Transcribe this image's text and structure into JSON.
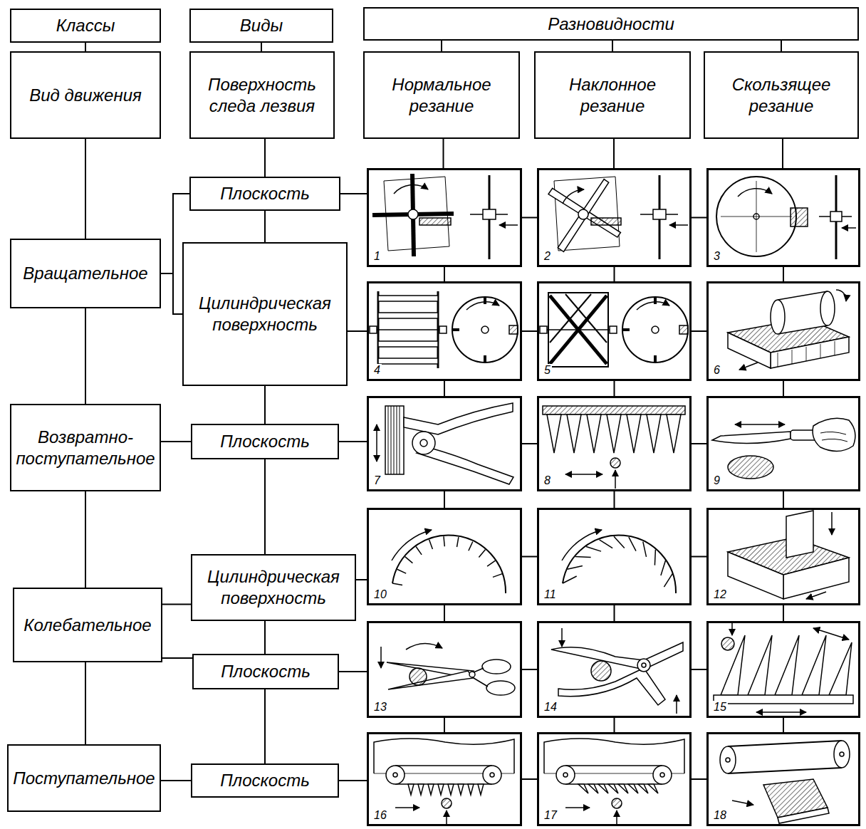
{
  "diagram": {
    "nodes": [
      {
        "text": [
          "Классы"
        ]
      },
      {
        "text": [
          "Виды"
        ]
      },
      {
        "text": [
          "Разновидности"
        ]
      },
      {
        "text": [
          "Вид движения"
        ]
      },
      {
        "text": [
          "Поверхность следа лезвия"
        ]
      },
      {
        "text": [
          "Нормальное резание"
        ]
      },
      {
        "text": [
          "Наклонное резание"
        ]
      },
      {
        "text": [
          "Скользящее резание"
        ]
      },
      {
        "text": [
          "Плоскость"
        ]
      },
      {
        "text": [
          "1"
        ]
      },
      {
        "text": [
          "2"
        ]
      },
      {
        "text": [
          "3"
        ]
      },
      {
        "text": [
          "Вращательное"
        ]
      },
      {
        "text": [
          "Цилиндрическая поверхность"
        ]
      },
      {
        "text": [
          "4"
        ]
      },
      {
        "text": [
          "5"
        ]
      },
      {
        "text": [
          "6"
        ]
      },
      {
        "text": [
          "Возвратно-поступательное"
        ]
      },
      {
        "text": [
          "Плоскость"
        ]
      },
      {
        "text": [
          "7"
        ]
      },
      {
        "text": [
          "8"
        ]
      },
      {
        "text": [
          "9"
        ]
      },
      {
        "text": [
          "Цилиндрическая поверхность"
        ]
      },
      {
        "text": [
          "10"
        ]
      },
      {
        "text": [
          "11"
        ]
      },
      {
        "text": [
          "12"
        ]
      },
      {
        "text": [
          "Колебательное"
        ]
      },
      {
        "text": [
          "Плоскость"
        ]
      },
      {
        "text": [
          "13"
        ]
      },
      {
        "text": [
          "14"
        ]
      },
      {
        "text": [
          "15"
        ]
      },
      {
        "text": [
          "Поступательное"
        ]
      },
      {
        "text": [
          "Плоскость"
        ]
      },
      {
        "text": [
          "16"
        ]
      },
      {
        "text": [
          "17"
        ]
      },
      {
        "text": [
          "18"
        ]
      }
    ],
    "edges": [
      {
        "from": 0,
        "to": 3,
        "arrow": "none"
      },
      {
        "from": 1,
        "to": 4,
        "arrow": "none"
      },
      {
        "from": 2,
        "to": 5,
        "arrow": "none"
      },
      {
        "from": 2,
        "to": 6,
        "arrow": "none"
      },
      {
        "from": 2,
        "to": 7,
        "arrow": "none"
      },
      {
        "from": 3,
        "to": 12,
        "arrow": "none"
      },
      {
        "from": 4,
        "to": 8,
        "arrow": "none"
      },
      {
        "from": 5,
        "to": 9,
        "arrow": "none"
      },
      {
        "from": 6,
        "to": 10,
        "arrow": "none"
      },
      {
        "from": 7,
        "to": 11,
        "arrow": "none"
      },
      {
        "from": 8,
        "to": 9,
        "arrow": "none"
      },
      {
        "from": 9,
        "to": 10,
        "arrow": "none"
      },
      {
        "from": 10,
        "to": 11,
        "arrow": "none"
      },
      {
        "from": 12,
        "to": 8,
        "arrow": "none"
      },
      {
        "from": 12,
        "to": 13,
        "arrow": "none"
      },
      {
        "from": 8,
        "to": 13,
        "arrow": "none"
      },
      {
        "from": 13,
        "to": 14,
        "arrow": "none"
      },
      {
        "from": 14,
        "to": 15,
        "arrow": "none"
      },
      {
        "from": 15,
        "to": 16,
        "arrow": "none"
      },
      {
        "from": 9,
        "to": 14,
        "arrow": "none"
      },
      {
        "from": 10,
        "to": 15,
        "arrow": "none"
      },
      {
        "from": 11,
        "to": 16,
        "arrow": "none"
      },
      {
        "from": 12,
        "to": 17,
        "arrow": "none"
      },
      {
        "from": 17,
        "to": 18,
        "arrow": "none"
      },
      {
        "from": 13,
        "to": 18,
        "arrow": "none"
      },
      {
        "from": 18,
        "to": 19,
        "arrow": "none"
      },
      {
        "from": 19,
        "to": 20,
        "arrow": "none"
      },
      {
        "from": 20,
        "to": 21,
        "arrow": "none"
      },
      {
        "from": 14,
        "to": 19,
        "arrow": "none"
      },
      {
        "from": 15,
        "to": 20,
        "arrow": "none"
      },
      {
        "from": 16,
        "to": 21,
        "arrow": "none"
      },
      {
        "from": 17,
        "to": 26,
        "arrow": "none"
      },
      {
        "from": 18,
        "to": 22,
        "arrow": "none"
      },
      {
        "from": 22,
        "to": 23,
        "arrow": "none"
      },
      {
        "from": 23,
        "to": 24,
        "arrow": "none"
      },
      {
        "from": 24,
        "to": 25,
        "arrow": "none"
      },
      {
        "from": 19,
        "to": 23,
        "arrow": "none"
      },
      {
        "from": 20,
        "to": 24,
        "arrow": "none"
      },
      {
        "from": 21,
        "to": 25,
        "arrow": "none"
      },
      {
        "from": 26,
        "to": 22,
        "arrow": "none"
      },
      {
        "from": 26,
        "to": 27,
        "arrow": "none"
      },
      {
        "from": 22,
        "to": 27,
        "arrow": "none"
      },
      {
        "from": 27,
        "to": 28,
        "arrow": "none"
      },
      {
        "from": 28,
        "to": 29,
        "arrow": "none"
      },
      {
        "from": 29,
        "to": 30,
        "arrow": "none"
      },
      {
        "from": 23,
        "to": 28,
        "arrow": "none"
      },
      {
        "from": 24,
        "to": 29,
        "arrow": "none"
      },
      {
        "from": 25,
        "to": 30,
        "arrow": "none"
      },
      {
        "from": 26,
        "to": 31,
        "arrow": "none"
      },
      {
        "from": 31,
        "to": 32,
        "arrow": "none"
      },
      {
        "from": 27,
        "to": 32,
        "arrow": "none"
      },
      {
        "from": 32,
        "to": 33,
        "arrow": "none"
      },
      {
        "from": 33,
        "to": 34,
        "arrow": "none"
      },
      {
        "from": 34,
        "to": 35,
        "arrow": "none"
      },
      {
        "from": 28,
        "to": 33,
        "arrow": "none"
      },
      {
        "from": 29,
        "to": 34,
        "arrow": "none"
      },
      {
        "from": 30,
        "to": 35,
        "arrow": "none"
      }
    ]
  }
}
